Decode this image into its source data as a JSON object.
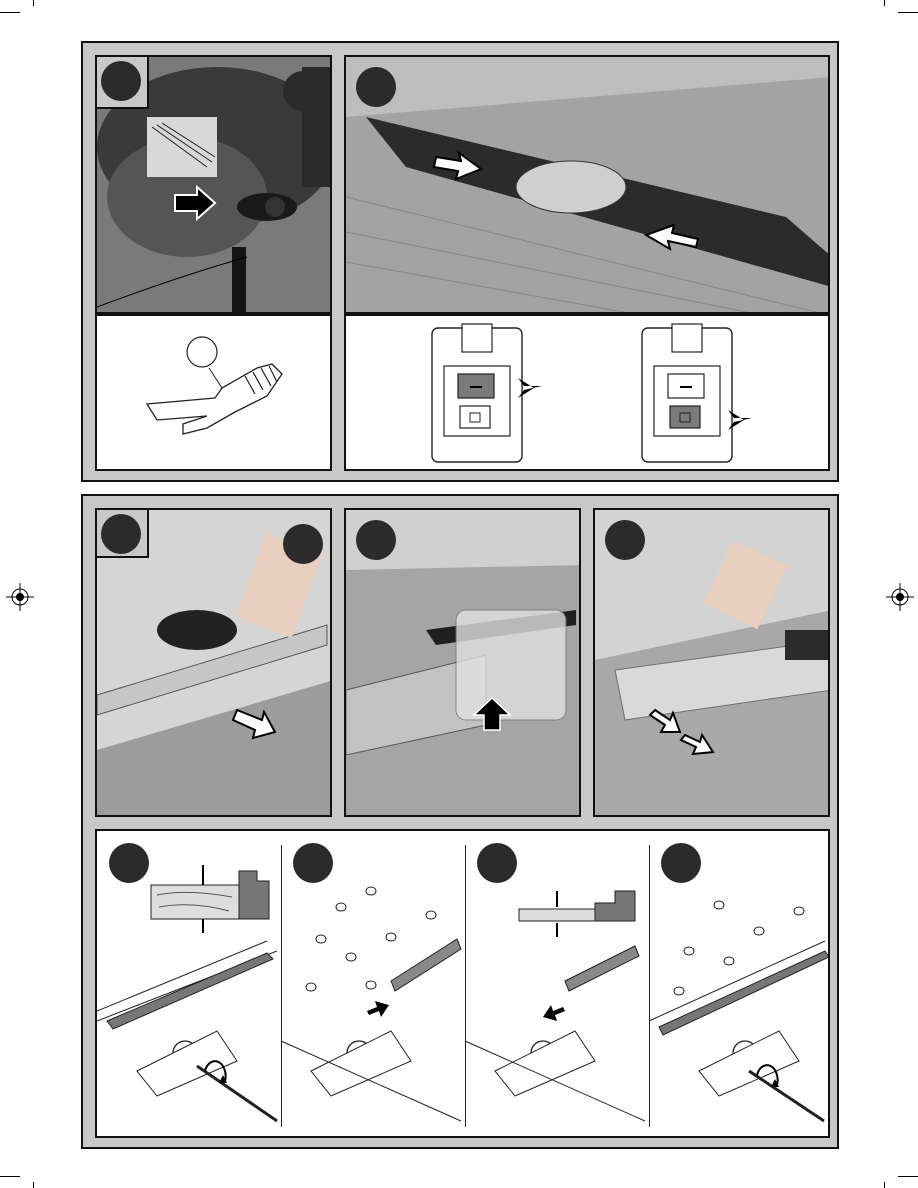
{
  "figure_sections": [
    {
      "name": "setup-section",
      "panels": 5
    },
    {
      "name": "assembly-section",
      "panels": 7
    }
  ],
  "colors": {
    "section_background": "#c8c8c8",
    "frame": "#111111",
    "badge": "#2b2b2b",
    "arrow": "#000000"
  },
  "icons": [
    "registration-mark-icon",
    "arrow-icon",
    "circular-arrow-icon",
    "switch-on-icon",
    "switch-off-icon"
  ]
}
